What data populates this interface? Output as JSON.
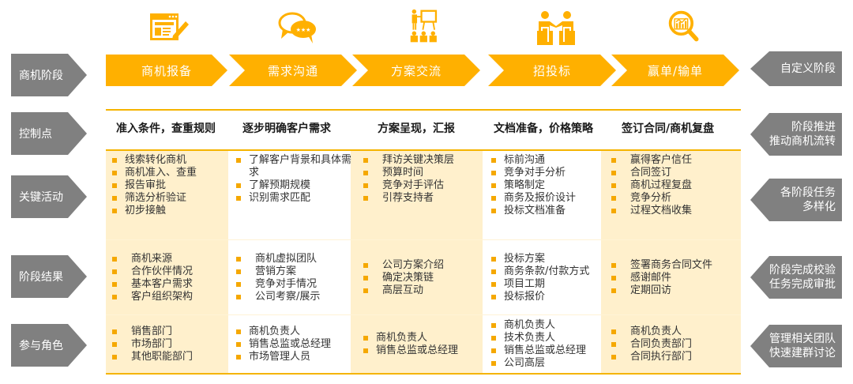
{
  "colors": {
    "accent": "#FFB000",
    "accent_line": "#F5B400",
    "gray_arrow": "#808080",
    "cell_fill": "#FFF0CC",
    "bullet": "#F5A800"
  },
  "left_labels": [
    "商机阶段",
    "控制点",
    "关键活动",
    "阶段结果",
    "参与角色"
  ],
  "right_labels": [
    {
      "line1": "自定义阶段",
      "line2": ""
    },
    {
      "line1": "阶段推进",
      "line2": "推动商机流转"
    },
    {
      "line1": "各阶段任务",
      "line2": "多样化"
    },
    {
      "line1": "阶段完成校验",
      "line2": "任务完成审批"
    },
    {
      "line1": "管理相关团队",
      "line2": "快速建群讨论"
    }
  ],
  "stages": [
    {
      "label": "商机报备",
      "icon": "form-edit-icon"
    },
    {
      "label": "需求沟通",
      "icon": "chat-bubbles-icon"
    },
    {
      "label": "方案交流",
      "icon": "presentation-icon"
    },
    {
      "label": "招投标",
      "icon": "negotiation-icon"
    },
    {
      "label": "赢单/输单",
      "icon": "chart-magnifier-icon"
    }
  ],
  "control_points": [
    "准入条件，查重规则",
    "逐步明确客户需求",
    "方案呈现，汇报",
    "文档准备，价格策略",
    "签订合同/商机复盘"
  ],
  "key_activities": [
    [
      "线索转化商机",
      "商机准入、查重",
      "报告审批",
      "筛选分析验证",
      "初步接触"
    ],
    [
      "了解客户背景和具体需求",
      "了解预期规模",
      "识别需求匹配"
    ],
    [
      "拜访关键决策层",
      "预算时间",
      "竞争对手评估",
      "引荐支持者"
    ],
    [
      "标前沟通",
      "竞争对手分析",
      "策略制定",
      "商务及报价设计",
      "投标文档准备"
    ],
    [
      "赢得客户信任",
      "合同签订",
      "商机过程复盘",
      "竞争分析",
      "过程文档收集"
    ]
  ],
  "stage_results": [
    [
      "商机来源",
      "合作伙伴情况",
      "基本客户需求",
      "客户组织架构"
    ],
    [
      "商机虚拟团队",
      "营销方案",
      "竞争对手情况",
      "公司考察/展示"
    ],
    [
      "公司方案介绍",
      "确定决策链",
      "高层互动"
    ],
    [
      "投标方案",
      "商务条款/付款方式",
      "项目工期",
      "投标报价"
    ],
    [
      "签署商务合同文件",
      "感谢邮件",
      "定期回访"
    ]
  ],
  "roles": [
    [
      "销售部门",
      "市场部门",
      "其他职能部门"
    ],
    [
      "商机负责人",
      "销售总监或总经理",
      "市场管理人员"
    ],
    [
      "商机负责人",
      "销售总监或总经理"
    ],
    [
      "商机负责人",
      "技术负责人",
      "销售总监或总经理",
      "公司高层"
    ],
    [
      "商机负责人",
      "合同负责部门",
      "合同执行部门"
    ]
  ]
}
